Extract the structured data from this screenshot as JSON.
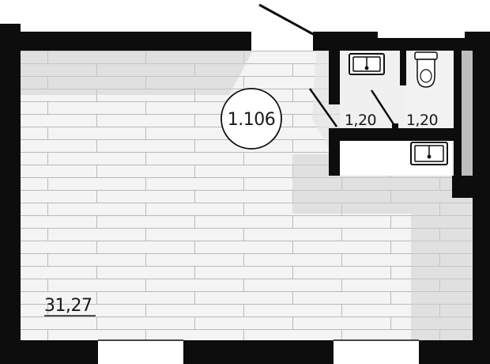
{
  "plan": {
    "room_id": "1.106",
    "main_area": "31,27",
    "bathroom_area": "1,20",
    "toilet_area": "1,20"
  },
  "colors": {
    "wall": "#0d0d0d",
    "floor_board": "#f3f3f3",
    "board_joint": "#b4b4b4",
    "shadow": "#d2d2d2",
    "window": "#ffffff"
  },
  "fixtures": [
    "sink-icon",
    "sink-icon",
    "toilet-icon"
  ]
}
